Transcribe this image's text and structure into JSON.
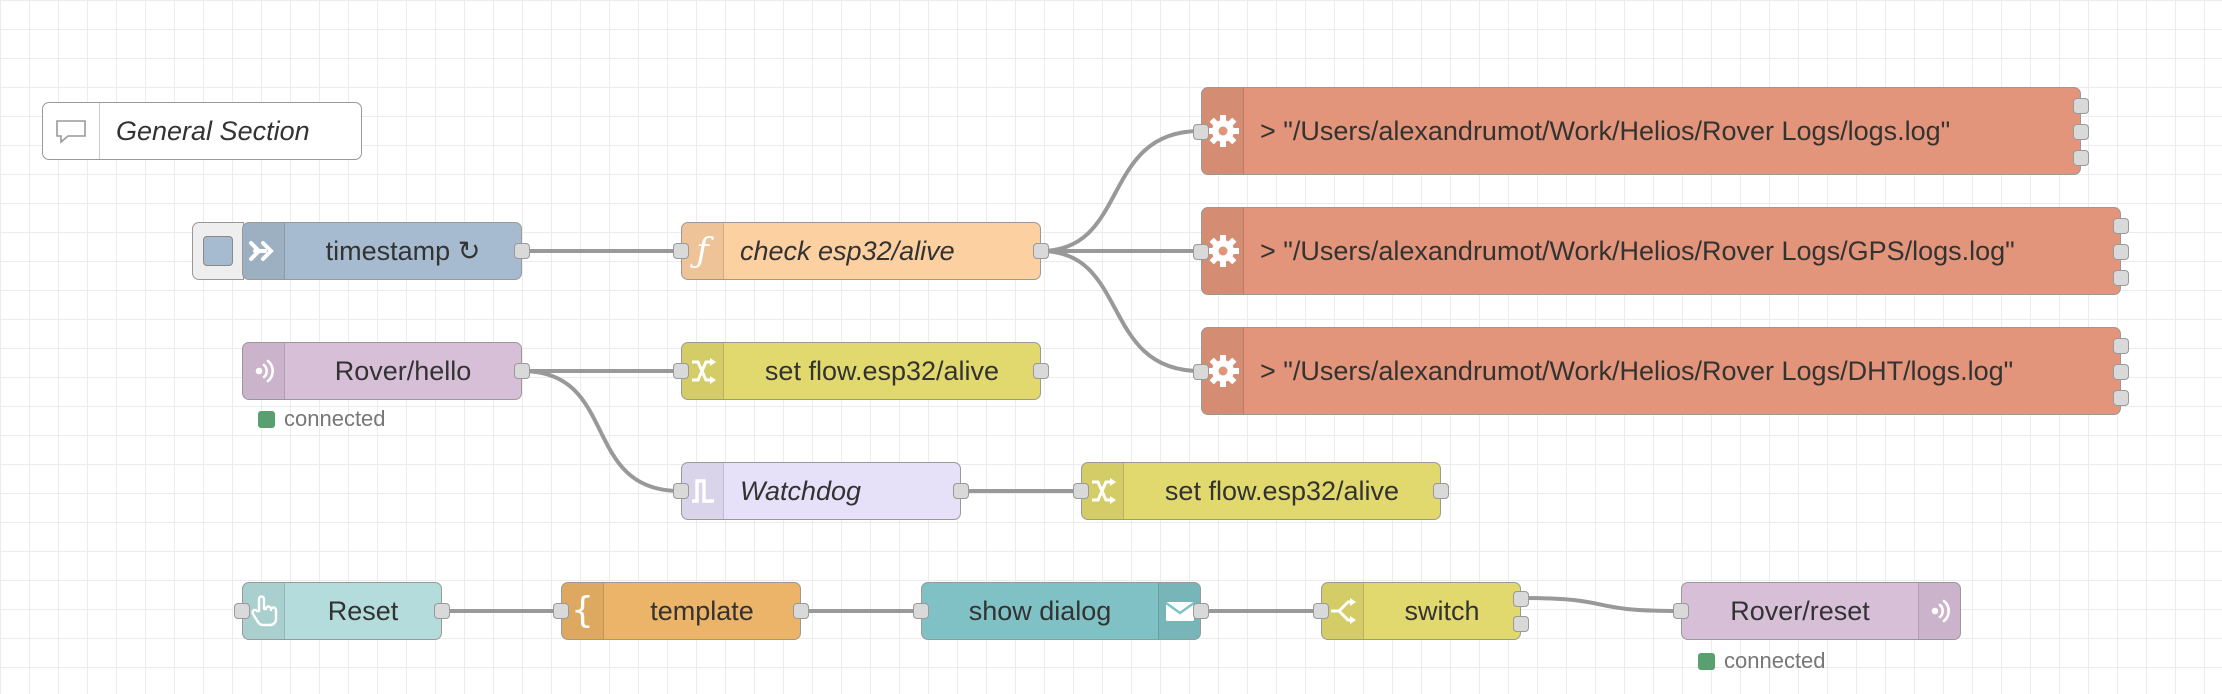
{
  "colors": {
    "inject": "#a6bbcf",
    "function": "#fdd0a2",
    "exec": "#e2957a",
    "mqtt": "#d8bfd8",
    "change": "#e2d96e",
    "trigger": "#e6e0f8",
    "button": "#b4dcdc",
    "template": "#ebb468",
    "dialog": "#7fc1c4",
    "switch": "#e2d96e",
    "status_connected": "#5a9f70"
  },
  "comment": {
    "label": "General Section",
    "icon": "comment-icon"
  },
  "nodes": {
    "timestamp": {
      "label": "timestamp ↻",
      "icon": "inject-arrow-icon"
    },
    "check": {
      "label": "check esp32/alive",
      "icon": "function-icon"
    },
    "exec1": {
      "label": "> \"/Users/alexandrumot/Work/Helios/Rover Logs/logs.log\"",
      "icon": "gear-icon"
    },
    "exec2": {
      "label": "> \"/Users/alexandrumot/Work/Helios/Rover Logs/GPS/logs.log\"",
      "icon": "gear-icon"
    },
    "exec3": {
      "label": "> \"/Users/alexandrumot/Work/Helios/Rover Logs/DHT/logs.log\"",
      "icon": "gear-icon"
    },
    "rover_hello": {
      "label": "Rover/hello",
      "icon": "mqtt-icon",
      "status": "connected"
    },
    "set1": {
      "label": "set flow.esp32/alive",
      "icon": "shuffle-icon"
    },
    "watchdog": {
      "label": "Watchdog",
      "icon": "trigger-icon"
    },
    "set2": {
      "label": "set flow.esp32/alive",
      "icon": "shuffle-icon"
    },
    "reset": {
      "label": "Reset",
      "icon": "hand-pointer-icon"
    },
    "template": {
      "label": "template",
      "icon": "template-brace-icon"
    },
    "show_dialog": {
      "label": "show dialog",
      "icon": "envelope-icon"
    },
    "switch": {
      "label": "switch",
      "icon": "switch-icon"
    },
    "rover_reset": {
      "label": "Rover/reset",
      "icon": "mqtt-icon",
      "status": "connected"
    }
  }
}
